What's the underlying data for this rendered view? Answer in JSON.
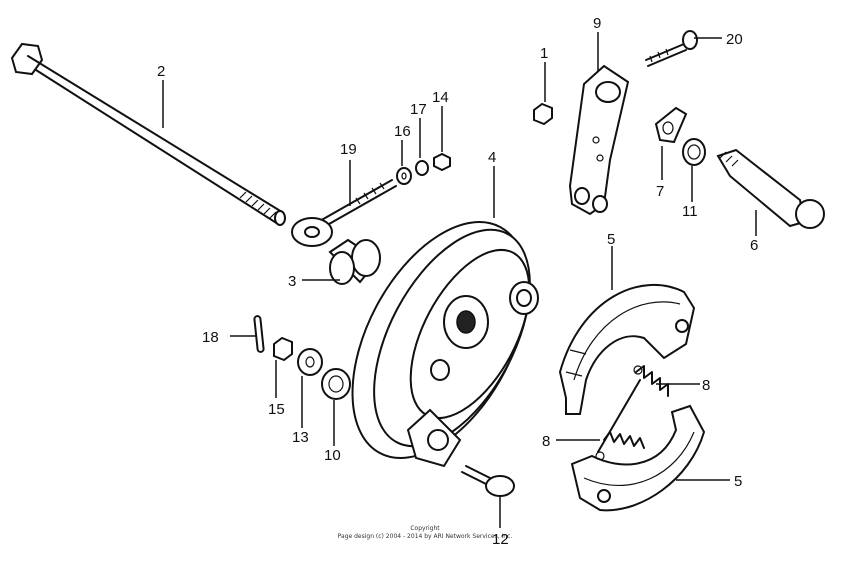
{
  "callouts": {
    "c1": "1",
    "c2": "2",
    "c3": "3",
    "c4": "4",
    "c5a": "5",
    "c5b": "5",
    "c6": "6",
    "c7": "7",
    "c8a": "8",
    "c8b": "8",
    "c9": "9",
    "c10": "10",
    "c11": "11",
    "c12": "12",
    "c13": "13",
    "c14": "14",
    "c15": "15",
    "c16": "16",
    "c17": "17",
    "c18": "18",
    "c19": "19",
    "c20": "20"
  },
  "footer": {
    "copyright_line1": "Copyright",
    "copyright_line2": "Page design (c) 2004 - 2014 by ARI Network Services, Inc."
  }
}
